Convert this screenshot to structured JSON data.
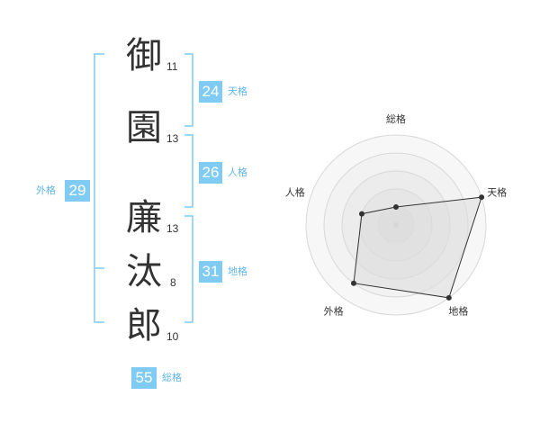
{
  "name": {
    "chars": [
      {
        "char": "御",
        "strokes": "11"
      },
      {
        "char": "園",
        "strokes": "13"
      },
      {
        "char": "廉",
        "strokes": "13"
      },
      {
        "char": "汰",
        "strokes": "8"
      },
      {
        "char": "郎",
        "strokes": "10"
      }
    ]
  },
  "fortune": {
    "tenkaku": {
      "value": "24",
      "label": "天格"
    },
    "jinkaku": {
      "value": "26",
      "label": "人格"
    },
    "chikaku": {
      "value": "31",
      "label": "地格"
    },
    "gaikaku": {
      "value": "29",
      "label": "外格"
    },
    "soukaku": {
      "value": "55",
      "label": "総格"
    }
  },
  "colors": {
    "accent": "#7fcbf4",
    "bracket": "#7fcbf4",
    "text": "#333333"
  },
  "chart_data": {
    "type": "radar",
    "axes": [
      "総格",
      "天格",
      "地格",
      "外格",
      "人格"
    ],
    "rmax": 5,
    "values": [
      1,
      5,
      5,
      4,
      2
    ],
    "grid": true
  }
}
